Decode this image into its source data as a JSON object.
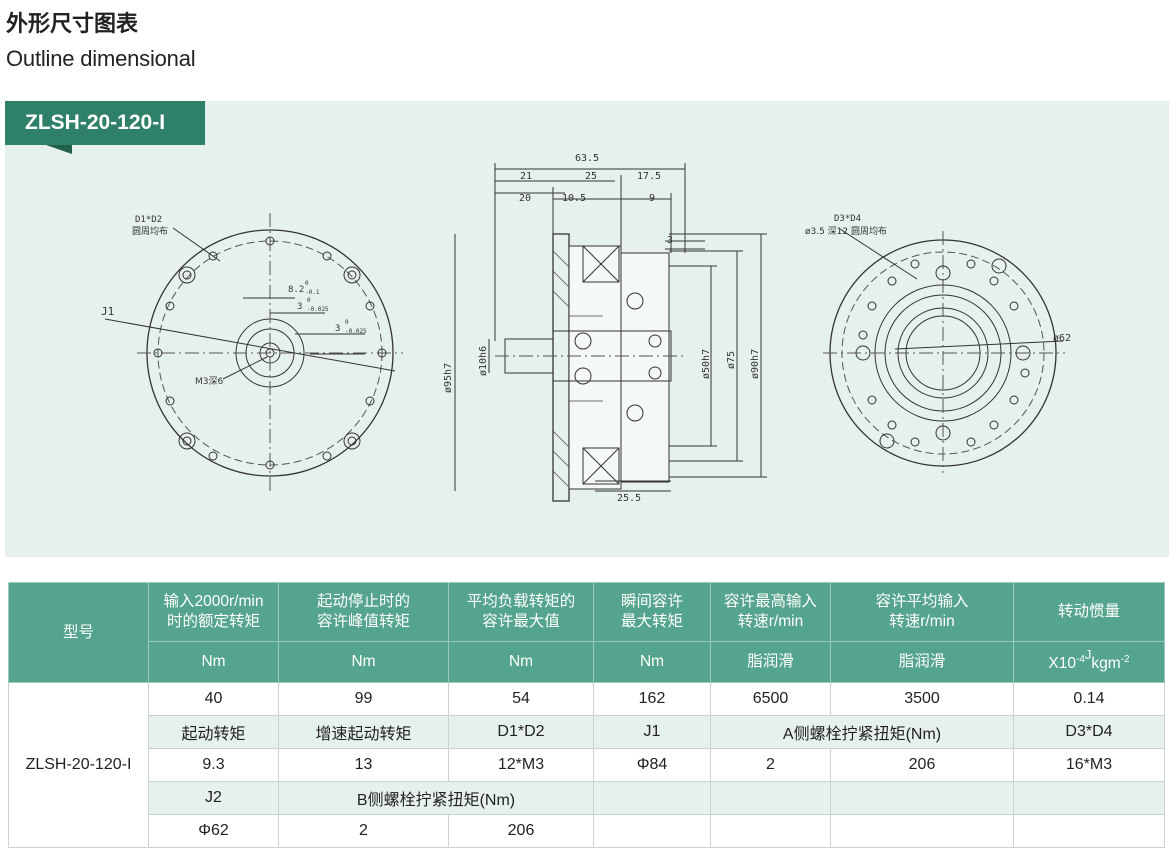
{
  "heading": {
    "cn": "外形尺寸图表",
    "en": "Outline dimensional"
  },
  "model_tag": "ZLSH-20-120-I",
  "drawing_labels": {
    "front_left": {
      "d1d2": "D1*D2",
      "d1d2_note": "圆周均布",
      "j1": "J1",
      "keyway1": "8.2",
      "keyway1_tol_up": "0",
      "keyway1_tol_down": "-0.1",
      "keyway2": "3",
      "keyway2_tol_up": "0",
      "keyway2_tol_down": "-0.025",
      "keyway3": "3",
      "keyway3_tol_up": "0",
      "keyway3_tol_down": "-0.025",
      "m3": "M3深6"
    },
    "section": {
      "d63_5": "63.5",
      "d21": "21",
      "d25": "25",
      "d17_5": "17.5",
      "d20": "20",
      "d10_5": "10.5",
      "d9": "9",
      "d3": "3",
      "d25_5": "25.5",
      "phi95": "ø95h7",
      "phi10": "ø10h6",
      "phi50": "ø50h7",
      "phi75": "ø75",
      "phi90": "ø90h7"
    },
    "front_right": {
      "d3d4": "D3*D4",
      "d3d4_note": "ø3.5 深12 圆周均布",
      "phi62": "ø62"
    }
  },
  "table": {
    "header_row1": [
      "型号",
      "输入2000r/min\n时的额定转矩",
      "起动停止时的\n容许峰值转矩",
      "平均负载转矩的\n容许最大值",
      "瞬间容许\n最大转矩",
      "容许最高输入\n转速r/min",
      "容许平均输入\n转速r/min",
      "转动惯量"
    ],
    "header_row2": [
      "Nm",
      "Nm",
      "Nm",
      "Nm",
      "脂润滑",
      "脂润滑"
    ],
    "inertia_unit": {
      "base": "X10",
      "exp1": "-4",
      "j": "J",
      "kgm": "kgm",
      "exp2": "-2"
    },
    "model": "ZLSH-20-120-I",
    "row1": [
      "40",
      "99",
      "54",
      "162",
      "6500",
      "3500",
      "0.14"
    ],
    "row2": [
      "起动转矩",
      "增速起动转矩",
      "D1*D2",
      "J1",
      "A侧螺栓拧紧扭矩(Nm)",
      "D3*D4"
    ],
    "row3": [
      "9.3",
      "13",
      "12*M3",
      "Φ84",
      "2",
      "206",
      "16*M3"
    ],
    "row4": [
      "J2",
      "B侧螺栓拧紧扭矩(Nm)"
    ],
    "row5": [
      "Φ62",
      "2",
      "206"
    ]
  }
}
